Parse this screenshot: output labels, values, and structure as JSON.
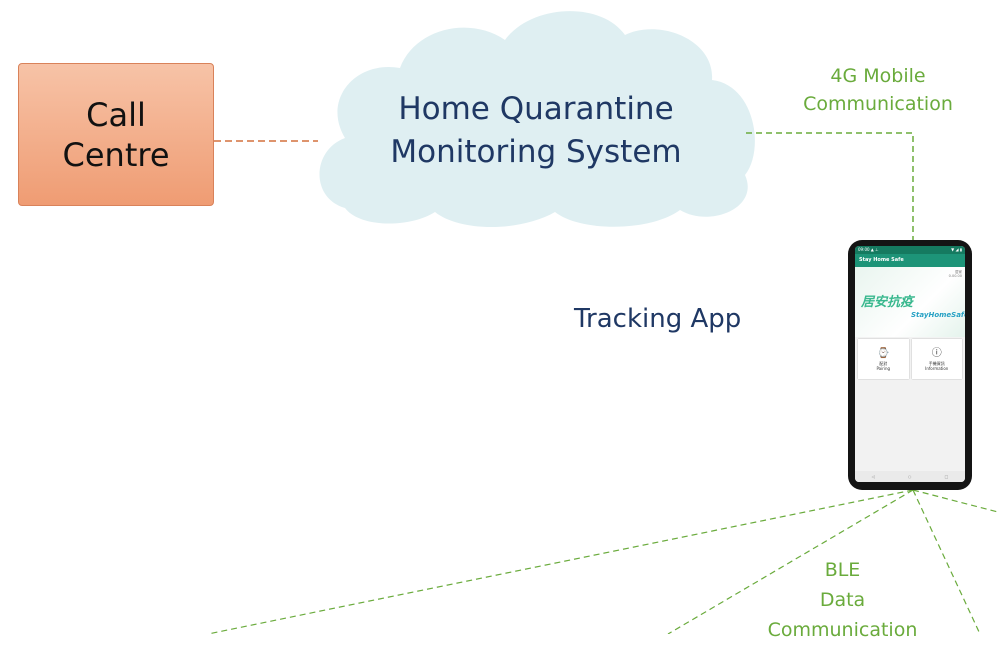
{
  "call_centre": {
    "line1": "Call",
    "line2": "Centre"
  },
  "cloud": {
    "line1": "Home Quarantine",
    "line2": "Monitoring System"
  },
  "link_4g": {
    "line1": "4G Mobile",
    "line2": "Communication"
  },
  "tracking_app_label": "Tracking App",
  "link_ble": {
    "line1": "BLE",
    "line2": "Data",
    "line3": "Communication"
  },
  "phone": {
    "status_left": "09:00 ▲ ⊥",
    "status_right": "▼ ◢ ▮",
    "app_title": "Stay Home Safe",
    "corner_text1": "居家",
    "corner_text2": "0.00.00",
    "logo_cn": "居安抗疫",
    "logo_en": "StayHomeSafe",
    "tile_pairing_cn": "配對",
    "tile_pairing_en": "Pairing",
    "tile_info_cn": "手機資訊",
    "tile_info_en": "Information",
    "nav_back": "◁",
    "nav_home": "○",
    "nav_recent": "□"
  },
  "colors": {
    "cloud_fill": "#dfeff2",
    "call_centre_fill": "#f4ad86",
    "orange_link": "#d4713d",
    "green_link": "#6aab3c",
    "dark_text": "#1f3864",
    "app_green": "#1d9478"
  }
}
